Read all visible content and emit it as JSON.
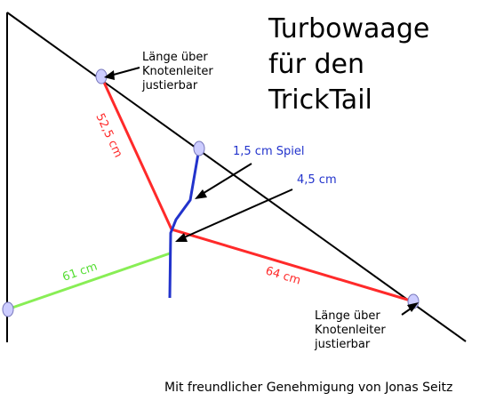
{
  "title_lines": [
    "Turbowaage",
    "für den",
    "TrickTail"
  ],
  "notes": {
    "top": [
      "Länge über",
      "Knotenleiter",
      "justierbar"
    ],
    "bottom": [
      "Länge über",
      "Knotenleiter",
      "justierbar"
    ]
  },
  "labels": {
    "upper_red": "52,5 cm",
    "lower_red": "64 cm",
    "green": "61 cm",
    "spiel": "1,5 cm Spiel",
    "offset": "4,5 cm"
  },
  "credit": "Mit freundlicher Genehmigung von Jonas Seitz",
  "colors": {
    "line": "#000000",
    "red": "#ff2a2a",
    "green": "#88ee55",
    "blue": "#2233cc",
    "ring_fill": "#ccccff",
    "ring_stroke": "#7777bb"
  }
}
